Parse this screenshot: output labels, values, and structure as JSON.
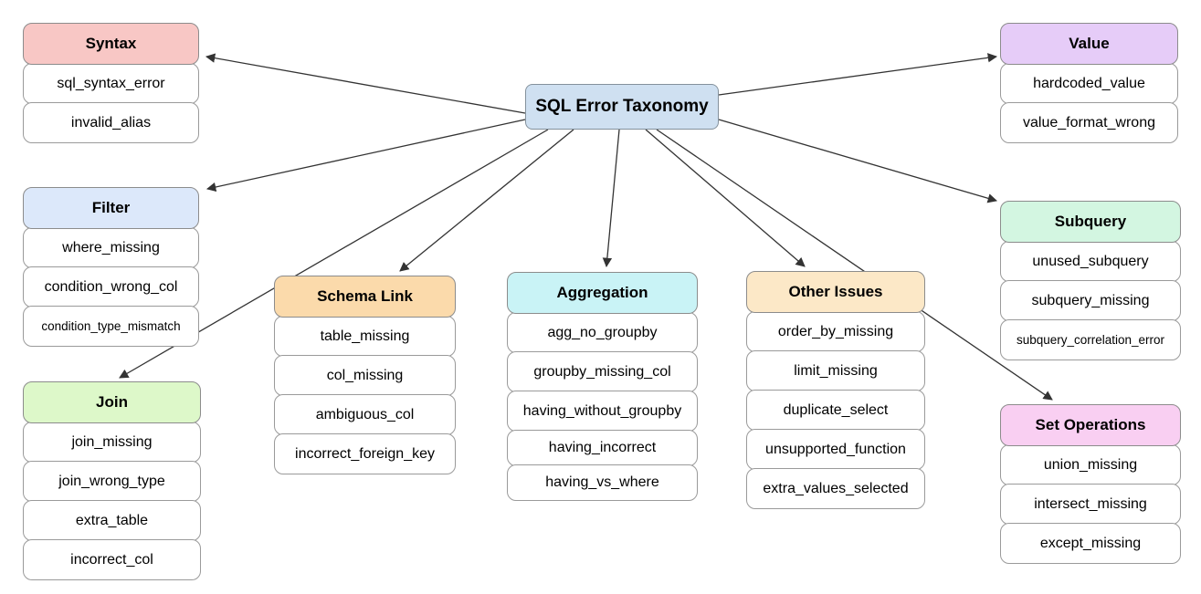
{
  "diagram": {
    "root": {
      "label": "SQL Error Taxonomy"
    },
    "categories": [
      {
        "id": "syntax",
        "label": "Syntax",
        "color": "#f8c7c5",
        "items": [
          "sql_syntax_error",
          "invalid_alias"
        ]
      },
      {
        "id": "value",
        "label": "Value",
        "color": "#e6ccf8",
        "items": [
          "hardcoded_value",
          "value_format_wrong"
        ]
      },
      {
        "id": "filter",
        "label": "Filter",
        "color": "#dce8fa",
        "items": [
          "where_missing",
          "condition_wrong_col",
          "condition_type_mismatch"
        ]
      },
      {
        "id": "join",
        "label": "Join",
        "color": "#ddf8c9",
        "items": [
          "join_missing",
          "join_wrong_type",
          "extra_table",
          "incorrect_col"
        ]
      },
      {
        "id": "schema-link",
        "label": "Schema Link",
        "color": "#fbdaab",
        "items": [
          "table_missing",
          "col_missing",
          "ambiguous_col",
          "incorrect_foreign_key"
        ]
      },
      {
        "id": "aggregation",
        "label": "Aggregation",
        "color": "#c9f3f6",
        "items": [
          "agg_no_groupby",
          "groupby_missing_col",
          "having_without_groupby",
          "having_incorrect",
          "having_vs_where"
        ]
      },
      {
        "id": "other-issues",
        "label": "Other Issues",
        "color": "#fce8c7",
        "items": [
          "order_by_missing",
          "limit_missing",
          "duplicate_select",
          "unsupported_function",
          "extra_values_selected"
        ]
      },
      {
        "id": "subquery",
        "label": "Subquery",
        "color": "#d3f6e1",
        "items": [
          "unused_subquery",
          "subquery_missing",
          "subquery_correlation_error"
        ]
      },
      {
        "id": "set-operations",
        "label": "Set Operations",
        "color": "#f9cff2",
        "items": [
          "union_missing",
          "intersect_missing",
          "except_missing"
        ]
      }
    ],
    "style": {
      "background": "#ffffff",
      "arrow_color": "#333333",
      "root_fill": "#cfe0f1",
      "root_border": "#84919c"
    }
  }
}
